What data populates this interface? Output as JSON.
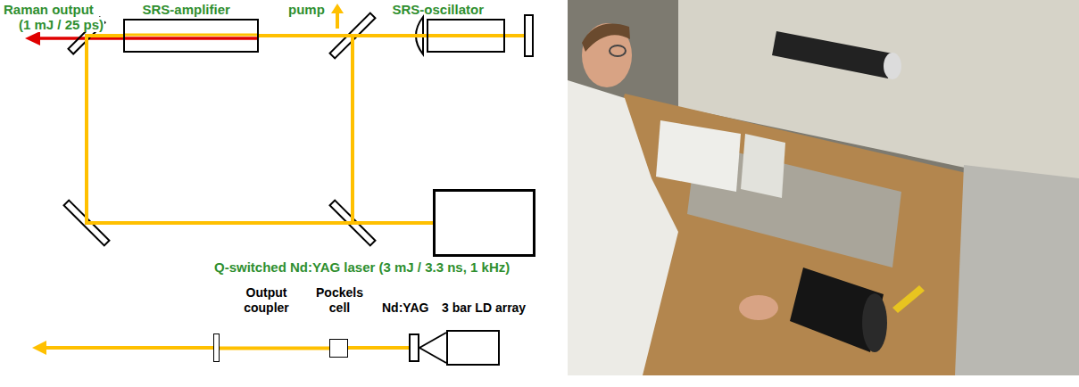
{
  "diagram": {
    "nodes": [
      {
        "text": [
          "SRS-amplifier"
        ]
      },
      {
        "text": [
          "SRS-oscillator"
        ]
      },
      {
        "text": [
          "Q-switched Nd:YAG laser (3 mJ / 3.3 ns, 1 kHz)"
        ]
      },
      {
        "text": [
          "Output coupler"
        ]
      },
      {
        "text": [
          "Pockels cell"
        ]
      },
      {
        "text": [
          "Nd:YAG"
        ]
      },
      {
        "text": [
          "3 bar LD array"
        ]
      }
    ],
    "edges": [
      {
        "from": 2,
        "to": 1,
        "arrow": "none"
      },
      {
        "from": 1,
        "to": 0,
        "arrow": "none"
      },
      {
        "from": 2,
        "to": 0,
        "arrow": "none"
      },
      {
        "from": 6,
        "to": 5,
        "arrow": "none"
      },
      {
        "from": 5,
        "to": 4,
        "arrow": "none"
      },
      {
        "from": 4,
        "to": 3,
        "arrow": "none"
      }
    ],
    "labels": [
      "Raman output",
      "(1 mJ / 25 ps)",
      "pump"
    ]
  }
}
